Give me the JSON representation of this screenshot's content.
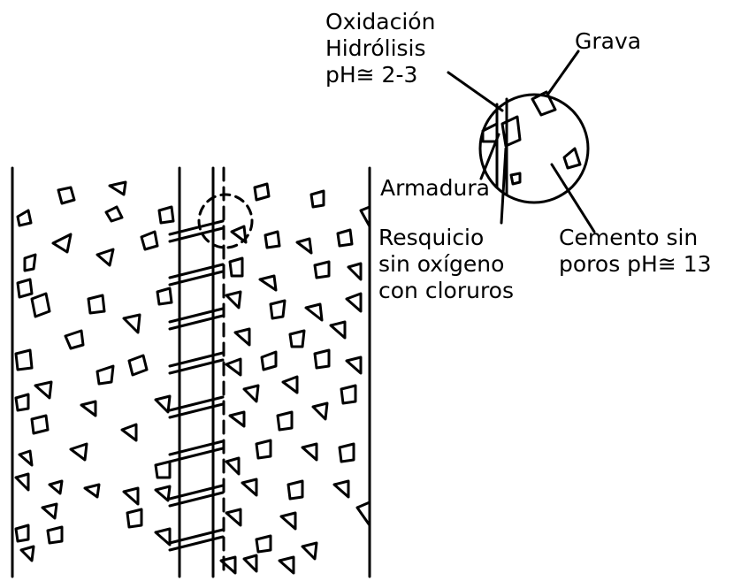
{
  "labels": {
    "oxidacion": "Oxidación",
    "hidrolisis": "Hidrólisis",
    "ph_low": "pH≅ 2-3",
    "grava": "Grava",
    "armadura": "Armadura",
    "resquicio_1": "Resquicio",
    "resquicio_2": "sin oxígeno",
    "resquicio_3": "con cloruros",
    "cemento_1": "Cemento sin",
    "cemento_2": "poros pH≅ 13"
  },
  "colors": {
    "ink": "#000000",
    "paper": "#ffffff"
  }
}
